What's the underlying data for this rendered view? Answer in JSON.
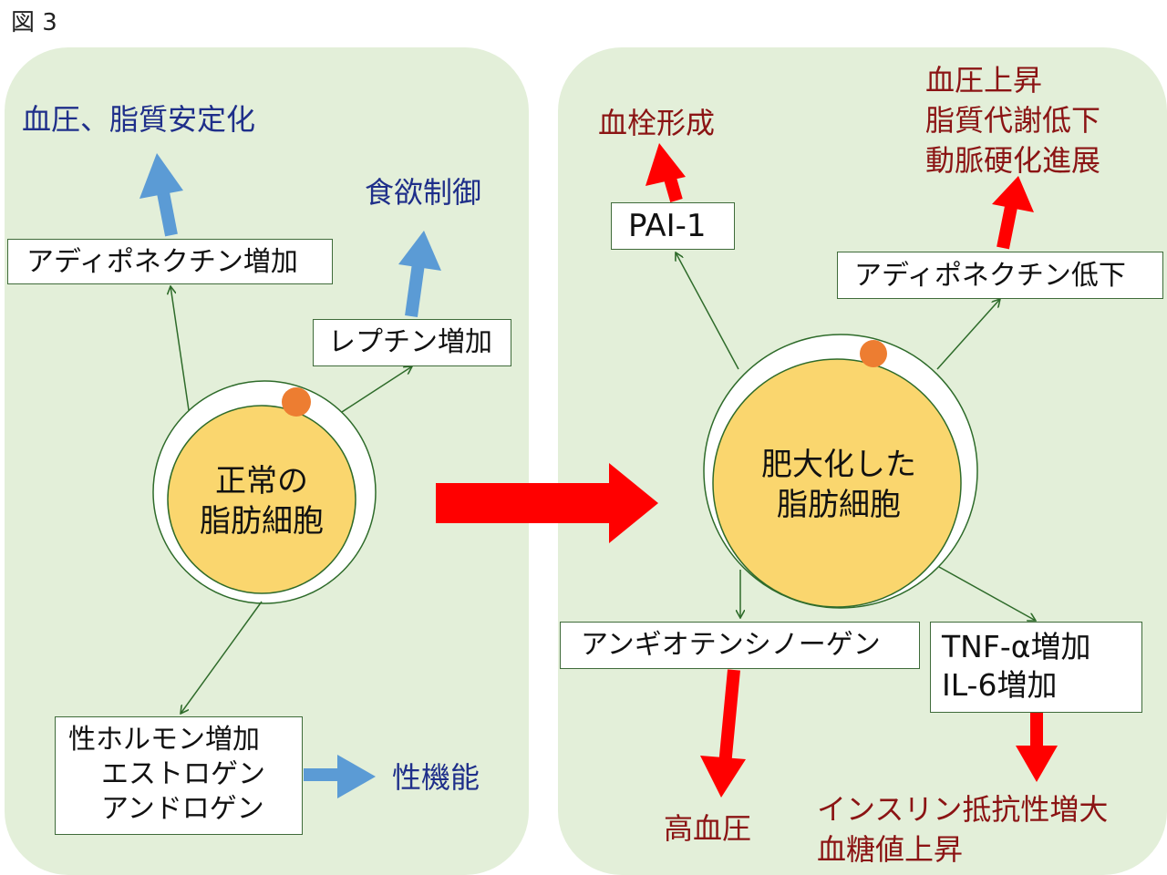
{
  "figure_label": "図 3",
  "normal": {
    "cell_line1": "正常の",
    "cell_line2": "脂肪細胞",
    "adiponectin_box": "アディポネクチン増加",
    "adiponectin_effect": "血圧、脂質安定化",
    "leptin_box": "レプチン増加",
    "leptin_effect": "食欲制御",
    "sex_hormone_line1": "性ホルモン増加",
    "sex_hormone_line2": "エストロゲン",
    "sex_hormone_line3": "アンドロゲン",
    "sex_hormone_effect": "性機能"
  },
  "hypertrophic": {
    "cell_line1": "肥大化した",
    "cell_line2": "脂肪細胞",
    "pai_box": "PAI-1",
    "pai_effect": "血栓形成",
    "adiponectin_box": "アディポネクチン低下",
    "adiponectin_effect_line1": "血圧上昇",
    "adiponectin_effect_line2": "脂質代謝低下",
    "adiponectin_effect_line3": "動脈硬化進展",
    "angiotensinogen_box": "アンギオテンシノーゲン",
    "angiotensinogen_effect": "高血圧",
    "cytokine_line1": "TNF-α増加",
    "cytokine_line2": "IL-6増加",
    "cytokine_effect_line1": "インスリン抵抗性増大",
    "cytokine_effect_line2": "血糖値上昇"
  },
  "colors": {
    "panel_bg": "#e3efd9",
    "cell_fill": "#fad66e",
    "nucleus": "#ed7d31",
    "blue_arrow": "#5b9bd5",
    "red_arrow": "#ff0000",
    "green_line": "#2e6b2a",
    "blue_text": "#1f2f8a",
    "dark_red_text": "#8b1414"
  }
}
